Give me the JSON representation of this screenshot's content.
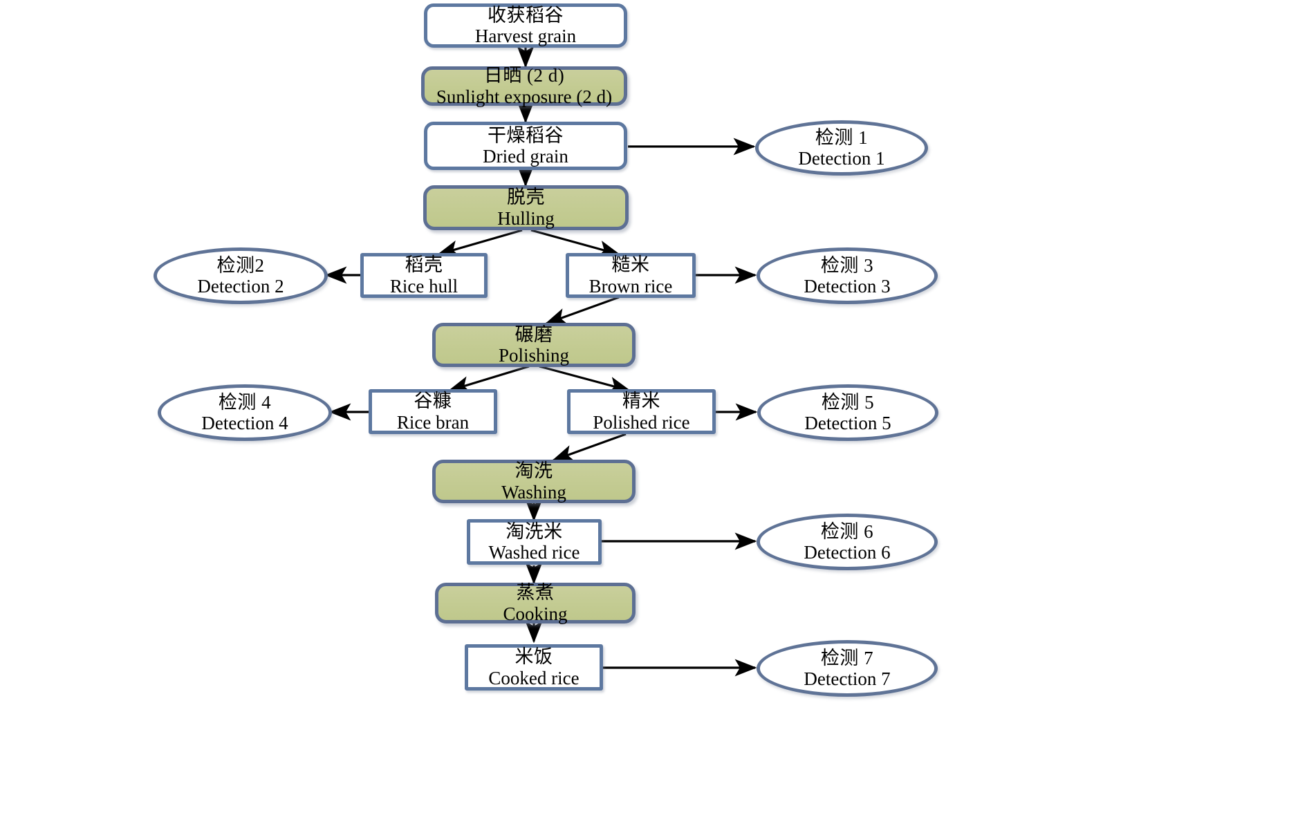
{
  "diagram": {
    "title": "Rice processing and sampling flowchart",
    "colors": {
      "process_fill": "#c5cc96",
      "node_border": "#5d78a0",
      "ellipse_border": "#5f7396",
      "arrow": "#000000",
      "material_fill": "#ffffff"
    },
    "nodes": [
      {
        "id": "harvest",
        "type": "material",
        "cn": "收获稻谷",
        "en": "Harvest grain"
      },
      {
        "id": "sunlight",
        "type": "process",
        "cn": "日晒 (2 d)",
        "en": "Sunlight exposure (2 d)"
      },
      {
        "id": "dried",
        "type": "material",
        "cn": "干燥稻谷",
        "en": "Dried grain"
      },
      {
        "id": "hulling",
        "type": "process",
        "cn": "脱壳",
        "en": "Hulling"
      },
      {
        "id": "ricehull",
        "type": "material",
        "cn": "稻壳",
        "en": "Rice hull"
      },
      {
        "id": "brownrice",
        "type": "material",
        "cn": "糙米",
        "en": "Brown rice"
      },
      {
        "id": "polishing",
        "type": "process",
        "cn": "碾磨",
        "en": "Polishing"
      },
      {
        "id": "ricebran",
        "type": "material",
        "cn": "谷糠",
        "en": "Rice bran"
      },
      {
        "id": "polished",
        "type": "material",
        "cn": "精米",
        "en": "Polished rice"
      },
      {
        "id": "washing",
        "type": "process",
        "cn": "淘洗",
        "en": "Washing"
      },
      {
        "id": "washed",
        "type": "material",
        "cn": "淘洗米",
        "en": "Washed rice"
      },
      {
        "id": "cooking",
        "type": "process",
        "cn": "蒸煮",
        "en": "Cooking"
      },
      {
        "id": "cooked",
        "type": "material",
        "cn": "米饭",
        "en": "Cooked rice"
      }
    ],
    "detections": [
      {
        "id": "det1",
        "cn": "检测 1",
        "en": "Detection 1"
      },
      {
        "id": "det2",
        "cn": "检测2",
        "en": "Detection 2"
      },
      {
        "id": "det3",
        "cn": "检测 3",
        "en": "Detection 3"
      },
      {
        "id": "det4",
        "cn": "检测 4",
        "en": "Detection 4"
      },
      {
        "id": "det5",
        "cn": "检测 5",
        "en": "Detection 5"
      },
      {
        "id": "det6",
        "cn": "检测 6",
        "en": "Detection 6"
      },
      {
        "id": "det7",
        "cn": "检测 7",
        "en": "Detection 7"
      }
    ],
    "edges": [
      {
        "from": "harvest",
        "to": "sunlight"
      },
      {
        "from": "sunlight",
        "to": "dried"
      },
      {
        "from": "dried",
        "to": "det1"
      },
      {
        "from": "dried",
        "to": "hulling"
      },
      {
        "from": "hulling",
        "to": "ricehull"
      },
      {
        "from": "hulling",
        "to": "brownrice"
      },
      {
        "from": "ricehull",
        "to": "det2"
      },
      {
        "from": "brownrice",
        "to": "det3"
      },
      {
        "from": "brownrice",
        "to": "polishing"
      },
      {
        "from": "polishing",
        "to": "ricebran"
      },
      {
        "from": "polishing",
        "to": "polished"
      },
      {
        "from": "ricebran",
        "to": "det4"
      },
      {
        "from": "polished",
        "to": "det5"
      },
      {
        "from": "polished",
        "to": "washing"
      },
      {
        "from": "washing",
        "to": "washed"
      },
      {
        "from": "washed",
        "to": "det6"
      },
      {
        "from": "washed",
        "to": "cooking"
      },
      {
        "from": "cooking",
        "to": "cooked"
      },
      {
        "from": "cooked",
        "to": "det7"
      }
    ]
  }
}
